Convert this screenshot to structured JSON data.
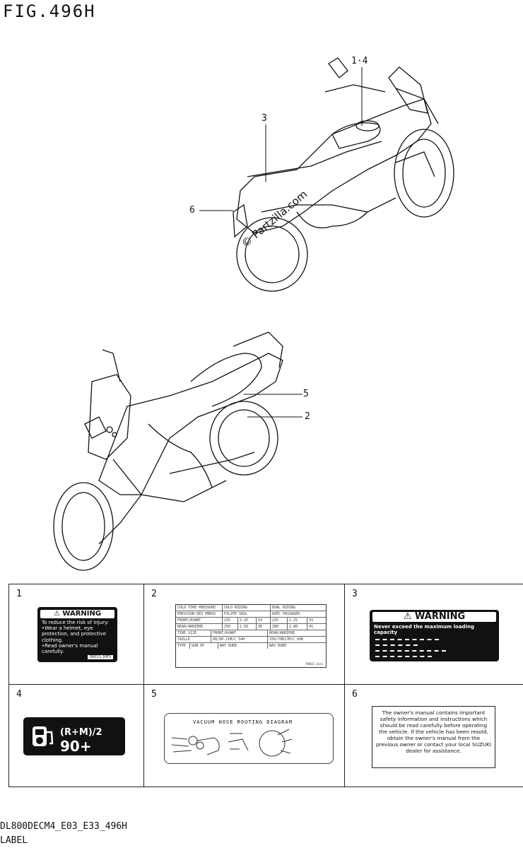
{
  "figure": {
    "title": "FIG.496H"
  },
  "callouts": {
    "c14": "1·4",
    "c3": "3",
    "c6": "6",
    "c5": "5",
    "c2": "2"
  },
  "watermark": "© Partzilla.com",
  "cells": [
    {
      "num": "1"
    },
    {
      "num": "2"
    },
    {
      "num": "3"
    },
    {
      "num": "4"
    },
    {
      "num": "5"
    },
    {
      "num": "6"
    }
  ],
  "label1": {
    "header": "WARNING",
    "lines": [
      "To reduce the risk of injury:",
      "•Wear a helmet, eye",
      "protection, and protective",
      "clothing.",
      "•Read owner's manual",
      "carefully."
    ],
    "code": "99011-30F0"
  },
  "label2": {
    "rows": [
      [
        "COLD TIRE PRESSURE",
        "SOLO RIDING",
        "DUAL RIDING"
      ],
      [
        "PRESSION DES PNEUS",
        "PILOTE SEUL",
        "AVEC PASSAGER"
      ],
      [
        "FRONT/AVANT",
        "225",
        "2.25",
        "33",
        "225",
        "2.25",
        "33"
      ],
      [
        "REAR/ARRIERE",
        "250",
        "2.50",
        "36",
        "280",
        "2.80",
        "41"
      ],
      [
        "TIRE SIZE",
        "FRONT/AVANT",
        "REAR/ARRIERE"
      ],
      [
        "TAILLE",
        "90/90-21M/C 54H",
        "150/70R17M/C 69H"
      ],
      [
        "TYPE",
        "GUN OP",
        "WAY DURE",
        "WAY DURE"
      ]
    ],
    "foot": "99011-3xxx"
  },
  "label3": {
    "header": "WARNING",
    "line": "Never exceed the maximum loading capacity"
  },
  "label4": {
    "text": "(R+M)/2",
    "octane": "90+"
  },
  "label5": {
    "title": "VACUUM HOSE ROUTING DIAGRAM"
  },
  "label6": {
    "text": "The owner's manual contains important safety information and instructions which should be read carefully before operating the vehicle. If the vehicle has been resold, obtain the owner's manual from the previous owner or contact your local SUZUKI dealer for assistance."
  },
  "footer": {
    "code": "DL800DECM4_E03_E33_496H",
    "caption": "LABEL"
  }
}
